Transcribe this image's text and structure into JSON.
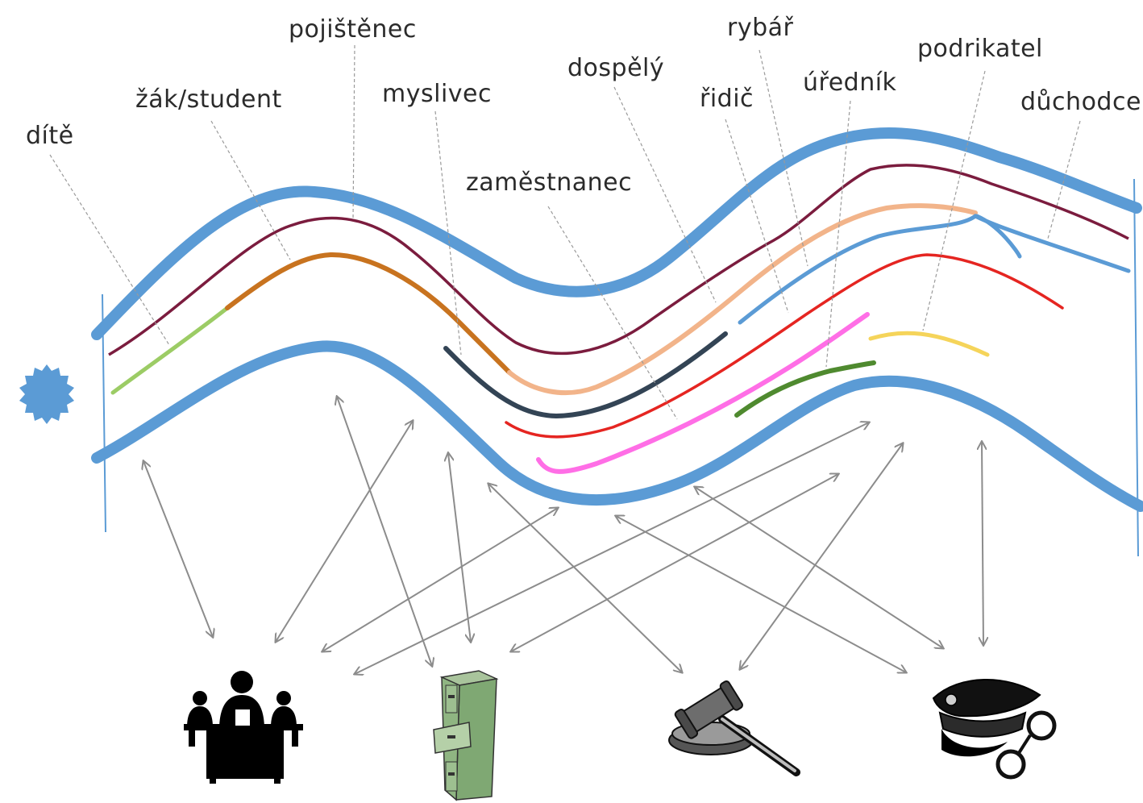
{
  "labels": {
    "dite": "dítě",
    "student": "žák/student",
    "pojistenec": "pojištěnec",
    "myslivec": "myslivec",
    "zamestnanec": "zaměstnanec",
    "dospely": "dospělý",
    "ridic": "řidič",
    "rybar": "rybář",
    "urednik": "úředník",
    "podnikatel": "podrikatel",
    "duchodce": "důchodce"
  },
  "colors": {
    "river": "#5b9bd5",
    "pojistenec": "#7b1c3e",
    "student": "#c8731f",
    "dite": "#9ccc65",
    "myslivec": "#334455",
    "dospely": "#f2b48a",
    "zamestnanec": "#e52521",
    "ridic": "#ff6ee6",
    "urednik": "#4f8a2f",
    "podnikatel": "#f5d45a",
    "arrow": "#8c8c8c",
    "leader": "#9a9a9a"
  },
  "icons": {
    "school": "classroom-icon",
    "office": "filing-cabinet-icon",
    "court": "gavel-icon",
    "police": "police-cap-handcuffs-icon",
    "sun": "sun-icon"
  }
}
